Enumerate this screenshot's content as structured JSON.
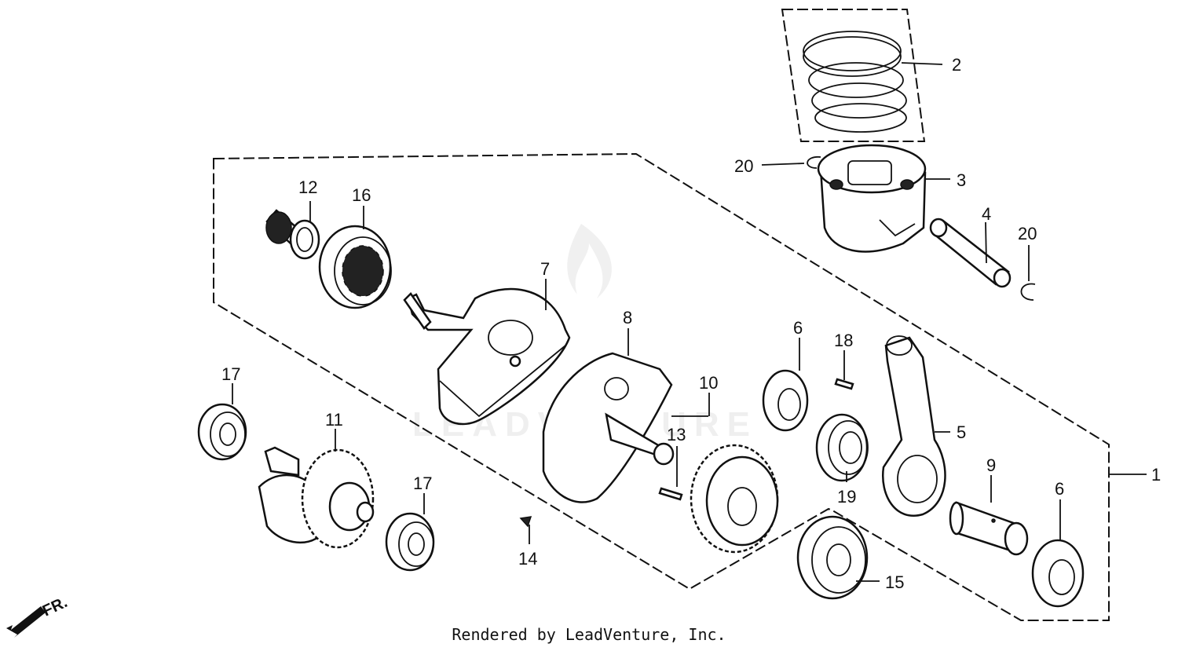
{
  "diagram": {
    "callouts": [
      "1",
      "2",
      "3",
      "4",
      "5",
      "6",
      "7",
      "8",
      "9",
      "10",
      "11",
      "12",
      "13",
      "14",
      "15",
      "16",
      "17",
      "18",
      "19",
      "20"
    ],
    "front_marker": "FR.",
    "watermark_text": "LEADVENTURE",
    "footer": "Rendered by LeadVenture, Inc."
  }
}
